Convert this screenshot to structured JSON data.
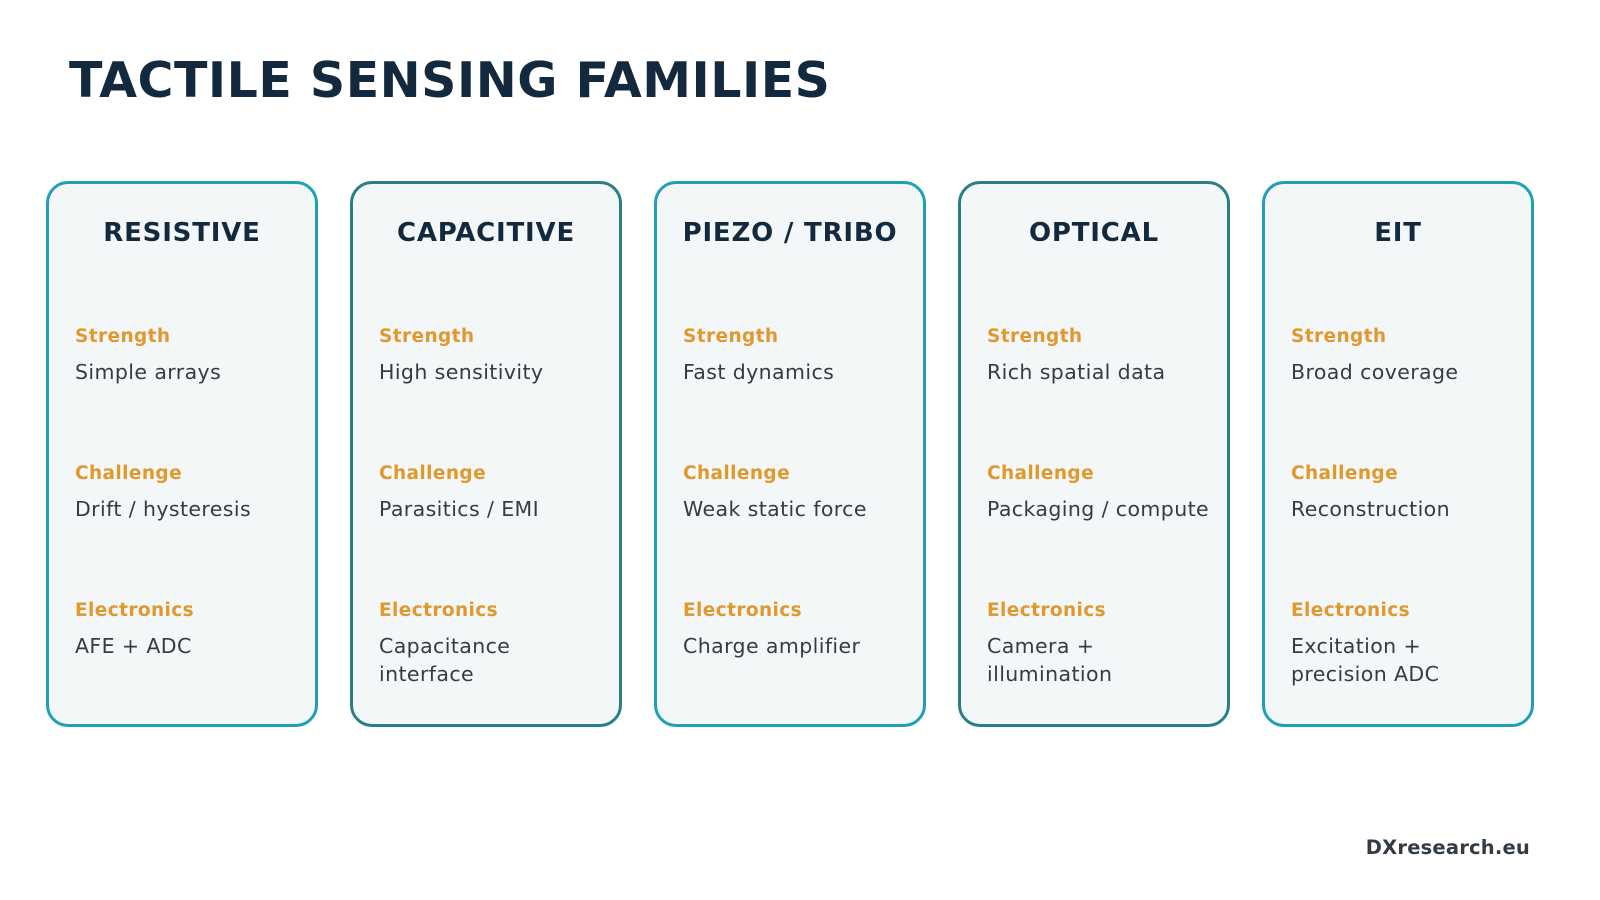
{
  "title": "TACTILE SENSING FAMILIES",
  "labels": {
    "strength": "Strength",
    "challenge": "Challenge",
    "electronics": "Electronics"
  },
  "colors": {
    "title": "#13293d",
    "label_accent": "#e0982f",
    "card_border_primary": "#1fa0b8",
    "card_border_alt": "#2a7f86",
    "card_background": "#f3f7f8",
    "body_text": "#333c45"
  },
  "cards": [
    {
      "title": "RESISTIVE",
      "strength": "Simple arrays",
      "challenge": "Drift / hysteresis",
      "electronics": "AFE + ADC"
    },
    {
      "title": "CAPACITIVE",
      "strength": "High sensitivity",
      "challenge": "Parasitics / EMI",
      "electronics": "Capacitance interface"
    },
    {
      "title": "PIEZO / TRIBO",
      "strength": "Fast dynamics",
      "challenge": "Weak static force",
      "electronics": "Charge amplifier"
    },
    {
      "title": "OPTICAL",
      "strength": "Rich spatial data",
      "challenge": "Packaging / compute",
      "electronics": "Camera + illumination"
    },
    {
      "title": "EIT",
      "strength": "Broad coverage",
      "challenge": "Reconstruction",
      "electronics": "Excitation + precision ADC"
    }
  ],
  "footer": {
    "brand": "DXresearch.eu"
  }
}
